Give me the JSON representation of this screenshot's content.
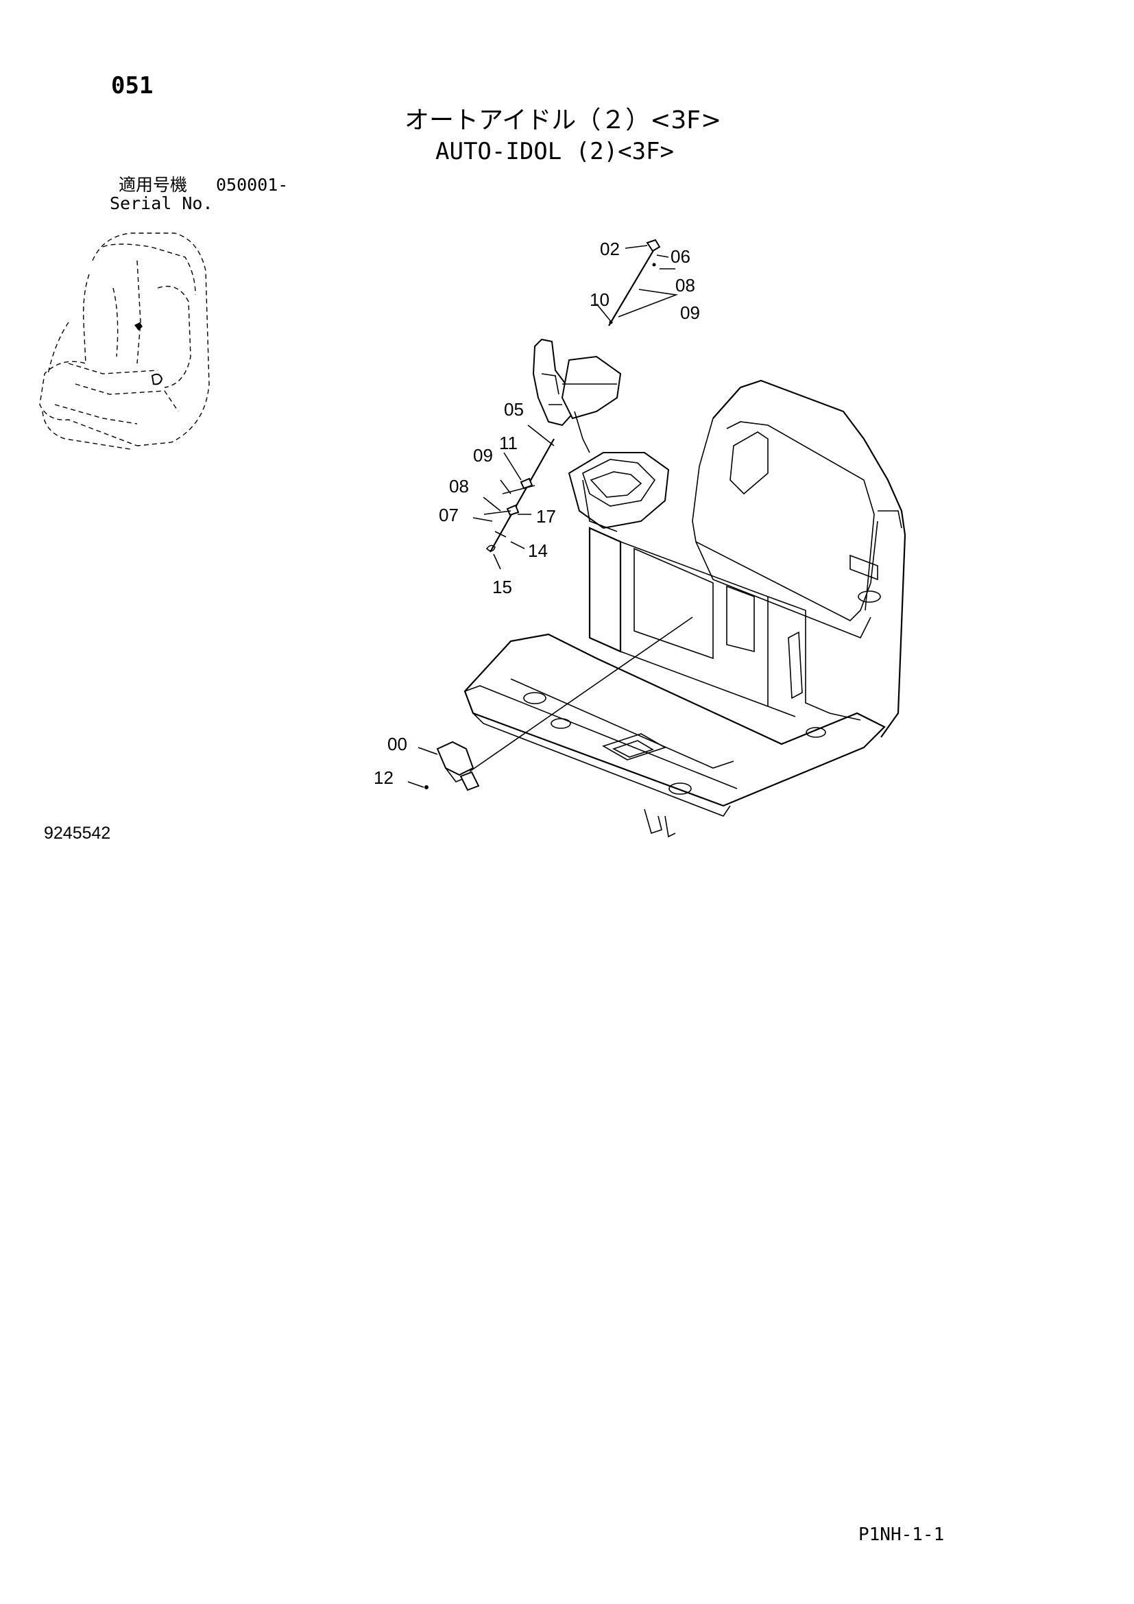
{
  "header": {
    "page_number": "051",
    "title_jp": "オートアイドル（２）<3F>",
    "title_en": "AUTO-IDOL (2)<3F>",
    "serial_label_jp": "適用号機",
    "serial_value": "050001-",
    "serial_label_en": "Serial No."
  },
  "diagram": {
    "callouts": [
      "02",
      "06",
      "08",
      "10",
      "09",
      "05",
      "11",
      "09",
      "08",
      "07",
      "17",
      "14",
      "15",
      "00",
      "12"
    ]
  },
  "footer": {
    "drawing_number": "9245542",
    "page_code": "P1NH-1-1"
  }
}
